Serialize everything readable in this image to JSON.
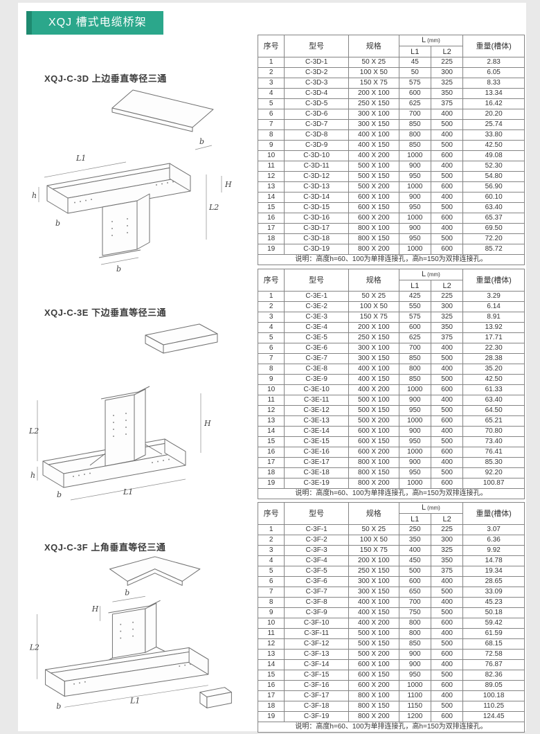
{
  "page_title": "XQJ 槽式电缆桥架",
  "table_headers": {
    "no": "序号",
    "model": "型号",
    "spec": "规格",
    "l_label": "L",
    "l_unit": "(mm)",
    "l1": "L1",
    "l2": "L2",
    "weight": "重量(槽体)"
  },
  "table_note": "说明：高度h=60、100为单排连接孔，高h=150为双排连接孔。",
  "dim": {
    "L1": "L1",
    "L2": "L2",
    "H": "H",
    "h": "h",
    "b": "b"
  },
  "sections": [
    {
      "heading": "XQJ-C-3D 上边垂直等径三通",
      "rows": [
        [
          "1",
          "C-3D-1",
          "50 X 25",
          "45",
          "225",
          "2.83"
        ],
        [
          "2",
          "C-3D-2",
          "100 X 50",
          "50",
          "300",
          "6.05"
        ],
        [
          "3",
          "C-3D-3",
          "150 X 75",
          "575",
          "325",
          "8.33"
        ],
        [
          "4",
          "C-3D-4",
          "200 X 100",
          "600",
          "350",
          "13.34"
        ],
        [
          "5",
          "C-3D-5",
          "250 X 150",
          "625",
          "375",
          "16.42"
        ],
        [
          "6",
          "C-3D-6",
          "300 X 100",
          "700",
          "400",
          "20.20"
        ],
        [
          "7",
          "C-3D-7",
          "300 X 150",
          "850",
          "500",
          "25.74"
        ],
        [
          "8",
          "C-3D-8",
          "400 X 100",
          "800",
          "400",
          "33.80"
        ],
        [
          "9",
          "C-3D-9",
          "400 X 150",
          "850",
          "500",
          "42.50"
        ],
        [
          "10",
          "C-3D-10",
          "400 X 200",
          "1000",
          "600",
          "49.08"
        ],
        [
          "11",
          "C-3D-11",
          "500 X 100",
          "900",
          "400",
          "52.30"
        ],
        [
          "12",
          "C-3D-12",
          "500 X 150",
          "950",
          "500",
          "54.80"
        ],
        [
          "13",
          "C-3D-13",
          "500 X 200",
          "1000",
          "600",
          "56.90"
        ],
        [
          "14",
          "C-3D-14",
          "600 X 100",
          "900",
          "400",
          "60.10"
        ],
        [
          "15",
          "C-3D-15",
          "600 X 150",
          "950",
          "500",
          "63.40"
        ],
        [
          "16",
          "C-3D-16",
          "600 X 200",
          "1000",
          "600",
          "65.37"
        ],
        [
          "17",
          "C-3D-17",
          "800 X 100",
          "900",
          "400",
          "69.50"
        ],
        [
          "18",
          "C-3D-18",
          "800 X 150",
          "950",
          "500",
          "72.20"
        ],
        [
          "19",
          "C-3D-19",
          "800 X 200",
          "1000",
          "600",
          "85.72"
        ]
      ]
    },
    {
      "heading": "XQJ-C-3E 下边垂直等径三通",
      "rows": [
        [
          "1",
          "C-3E-1",
          "50 X 25",
          "425",
          "225",
          "3.29"
        ],
        [
          "2",
          "C-3E-2",
          "100 X 50",
          "550",
          "300",
          "6.14"
        ],
        [
          "3",
          "C-3E-3",
          "150 X 75",
          "575",
          "325",
          "8.91"
        ],
        [
          "4",
          "C-3E-4",
          "200 X 100",
          "600",
          "350",
          "13.92"
        ],
        [
          "5",
          "C-3E-5",
          "250 X 150",
          "625",
          "375",
          "17.71"
        ],
        [
          "6",
          "C-3E-6",
          "300 X 100",
          "700",
          "400",
          "22.30"
        ],
        [
          "7",
          "C-3E-7",
          "300 X 150",
          "850",
          "500",
          "28.38"
        ],
        [
          "8",
          "C-3E-8",
          "400 X 100",
          "800",
          "400",
          "35.20"
        ],
        [
          "9",
          "C-3E-9",
          "400 X 150",
          "850",
          "500",
          "42.50"
        ],
        [
          "10",
          "C-3E-10",
          "400 X 200",
          "1000",
          "600",
          "61.33"
        ],
        [
          "11",
          "C-3E-11",
          "500 X 100",
          "900",
          "400",
          "63.40"
        ],
        [
          "12",
          "C-3E-12",
          "500 X 150",
          "950",
          "500",
          "64.50"
        ],
        [
          "13",
          "C-3E-13",
          "500 X 200",
          "1000",
          "600",
          "65.21"
        ],
        [
          "14",
          "C-3E-14",
          "600 X 100",
          "900",
          "400",
          "70.80"
        ],
        [
          "15",
          "C-3E-15",
          "600 X 150",
          "950",
          "500",
          "73.40"
        ],
        [
          "16",
          "C-3E-16",
          "600 X 200",
          "1000",
          "600",
          "76.41"
        ],
        [
          "17",
          "C-3E-17",
          "800 X 100",
          "900",
          "400",
          "85.30"
        ],
        [
          "18",
          "C-3E-18",
          "800 X 150",
          "950",
          "500",
          "92.20"
        ],
        [
          "19",
          "C-3E-19",
          "800 X 200",
          "1000",
          "600",
          "100.87"
        ]
      ]
    },
    {
      "heading": "XQJ-C-3F 上角垂直等径三通",
      "rows": [
        [
          "1",
          "C-3F-1",
          "50 X 25",
          "250",
          "225",
          "3.07"
        ],
        [
          "2",
          "C-3F-2",
          "100 X 50",
          "350",
          "300",
          "6.36"
        ],
        [
          "3",
          "C-3F-3",
          "150 X 75",
          "400",
          "325",
          "9.92"
        ],
        [
          "4",
          "C-3F-4",
          "200 X 100",
          "450",
          "350",
          "14.78"
        ],
        [
          "5",
          "C-3F-5",
          "250 X 150",
          "500",
          "375",
          "19.34"
        ],
        [
          "6",
          "C-3F-6",
          "300 X 100",
          "600",
          "400",
          "28.65"
        ],
        [
          "7",
          "C-3F-7",
          "300 X 150",
          "650",
          "500",
          "33.09"
        ],
        [
          "8",
          "C-3F-8",
          "400 X 100",
          "700",
          "400",
          "45.23"
        ],
        [
          "9",
          "C-3F-9",
          "400 X 150",
          "750",
          "500",
          "50.18"
        ],
        [
          "10",
          "C-3F-10",
          "400 X 200",
          "800",
          "600",
          "59.42"
        ],
        [
          "11",
          "C-3F-11",
          "500 X 100",
          "800",
          "400",
          "61.59"
        ],
        [
          "12",
          "C-3F-12",
          "500 X 150",
          "850",
          "500",
          "68.15"
        ],
        [
          "13",
          "C-3F-13",
          "500 X 200",
          "900",
          "600",
          "72.58"
        ],
        [
          "14",
          "C-3F-14",
          "600 X 100",
          "900",
          "400",
          "76.87"
        ],
        [
          "15",
          "C-3F-15",
          "600 X 150",
          "950",
          "500",
          "82.36"
        ],
        [
          "16",
          "C-3F-16",
          "600 X 200",
          "1000",
          "600",
          "89.05"
        ],
        [
          "17",
          "C-3F-17",
          "800 X 100",
          "1100",
          "400",
          "100.18"
        ],
        [
          "18",
          "C-3F-18",
          "800 X 150",
          "1150",
          "500",
          "110.25"
        ],
        [
          "19",
          "C-3F-19",
          "800 X 200",
          "1200",
          "600",
          "124.45"
        ]
      ]
    }
  ]
}
